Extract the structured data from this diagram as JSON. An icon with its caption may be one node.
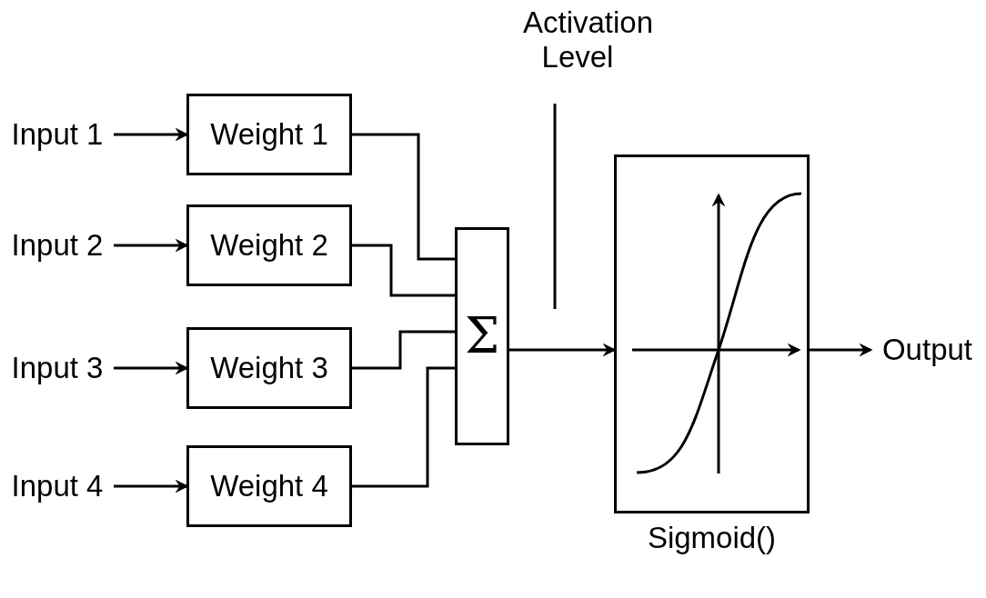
{
  "diagram": {
    "nodes": [
      {
        "text": [
          "Input 1"
        ]
      },
      {
        "text": [
          "Input 2"
        ]
      },
      {
        "text": [
          "Input 3"
        ]
      },
      {
        "text": [
          "Input 4"
        ]
      },
      {
        "text": [
          "Weight 1"
        ]
      },
      {
        "text": [
          "Weight 2"
        ]
      },
      {
        "text": [
          "Weight 3"
        ]
      },
      {
        "text": [
          "Weight 4"
        ]
      },
      {
        "text": [
          "Σ"
        ]
      },
      {
        "text": [
          "Activation Level"
        ]
      },
      {
        "text": [],
        "shape": "box",
        "beside": [
          "Sigmoid()"
        ]
      },
      {
        "text": [
          "Output"
        ]
      }
    ],
    "edges": [
      {
        "from": 0,
        "to": 4,
        "arrow": "to"
      },
      {
        "from": 1,
        "to": 5,
        "arrow": "to"
      },
      {
        "from": 2,
        "to": 6,
        "arrow": "to"
      },
      {
        "from": 3,
        "to": 7,
        "arrow": "to"
      },
      {
        "from": 4,
        "to": 8,
        "arrow": "none"
      },
      {
        "from": 5,
        "to": 8,
        "arrow": "none"
      },
      {
        "from": 6,
        "to": 8,
        "arrow": "none"
      },
      {
        "from": 7,
        "to": 8,
        "arrow": "none"
      },
      {
        "from": 8,
        "to": 10,
        "arrow": "to"
      },
      {
        "from": 10,
        "to": 11,
        "arrow": "to"
      },
      {
        "from": 9,
        "to": null,
        "arrow": "none"
      }
    ]
  }
}
